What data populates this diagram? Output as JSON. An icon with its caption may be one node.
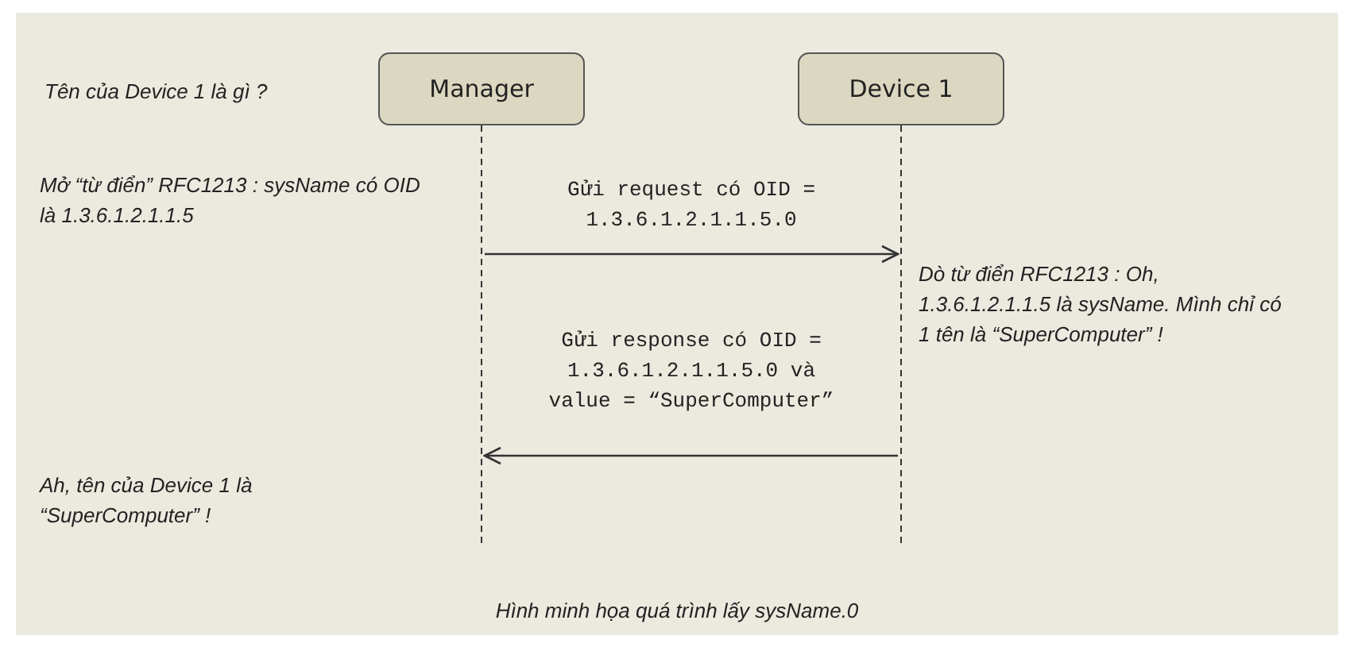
{
  "diagram": {
    "caption": "Hình minh họa quá trình lấy sysName.0",
    "nodes": [
      {
        "text": [
          "Manager"
        ]
      },
      {
        "text": [
          "Device 1"
        ]
      }
    ],
    "edges": [
      {
        "from": 0,
        "to": 1,
        "arrow": "to",
        "label": "Gửi request có OID = 1.3.6.1.2.1.1.5.0"
      },
      {
        "from": 1,
        "to": 0,
        "arrow": "to",
        "label": "Gửi response có OID = 1.3.6.1.2.1.1.5.0 và value = “SuperComputer”"
      }
    ],
    "labels": [
      "Tên của Device 1 là gì ?",
      "Mở “từ điển” RFC1213 : sysName có OID là 1.3.6.1.2.1.1.5",
      "Dò từ điển RFC1213 : Oh, 1.3.6.1.2.1.1.5 là sysName. Mình chỉ có 1 tên là “SuperComputer” !",
      "Ah, tên của Device 1 là “SuperComputer” !"
    ]
  }
}
